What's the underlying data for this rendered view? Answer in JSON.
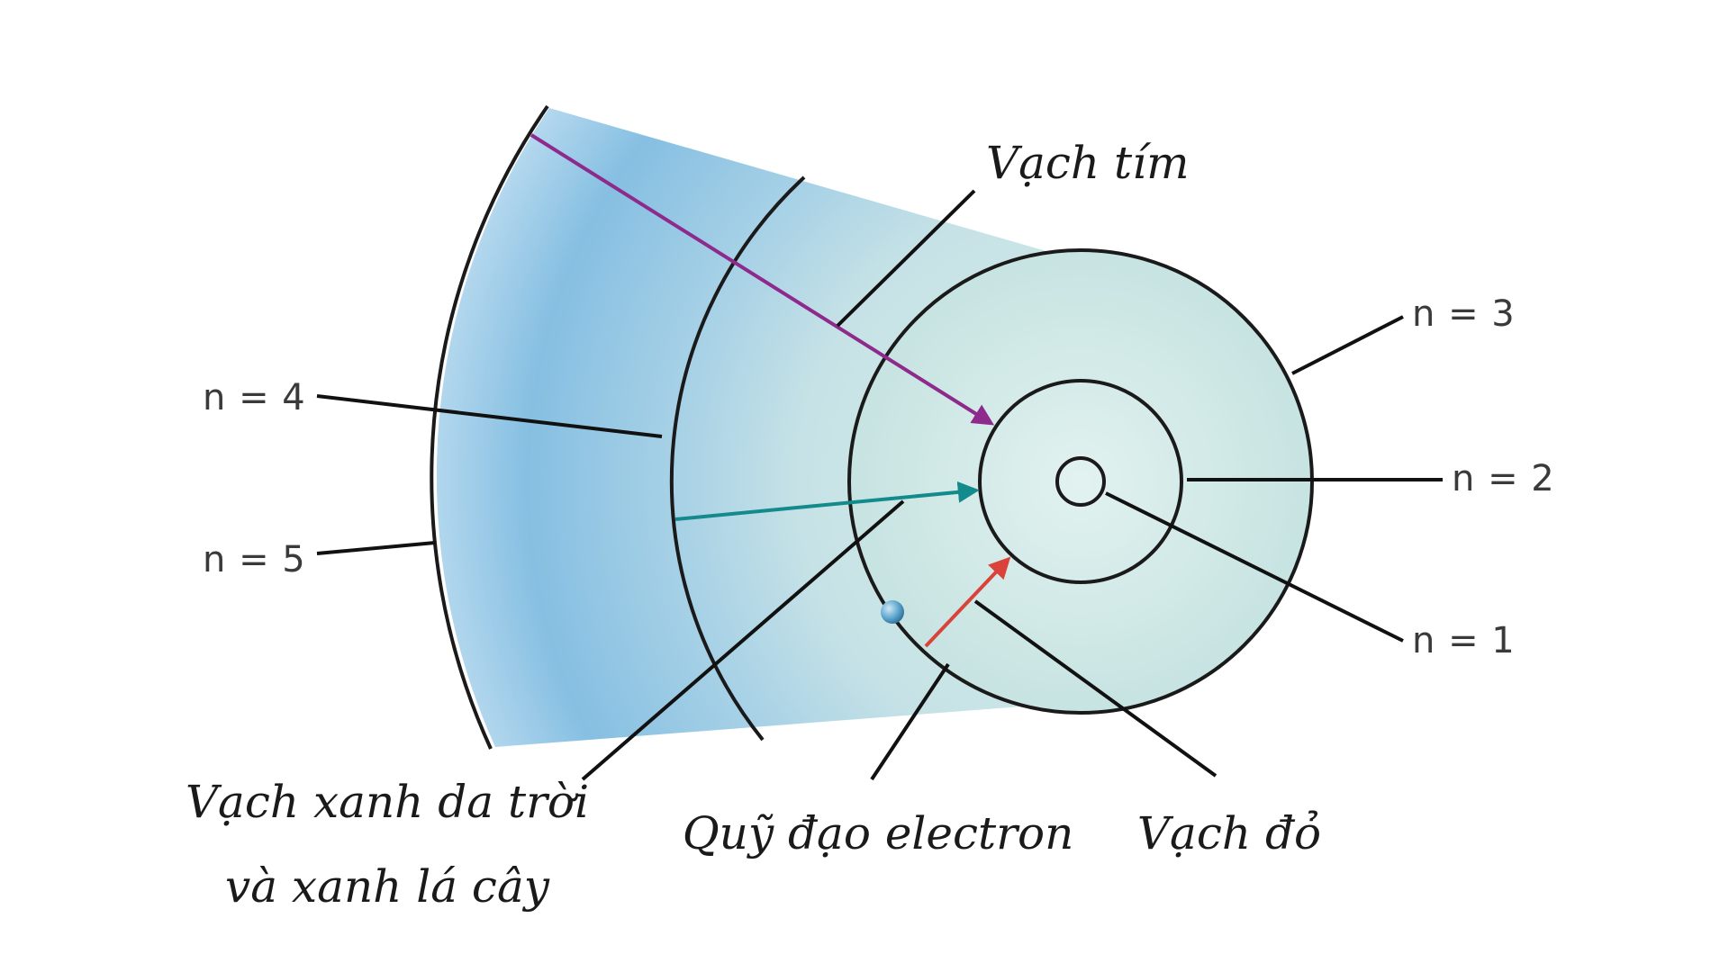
{
  "orbits": {
    "n1": "n = 1",
    "n2": "n = 2",
    "n3": "n = 3",
    "n4": "n = 4",
    "n5": "n = 5"
  },
  "labels": {
    "violet": "Vạch tím",
    "blue_green_line1": "Vạch xanh da trời",
    "blue_green_line2": "và xanh lá cây",
    "electron_orbit": "Quỹ đạo electron",
    "red": "Vạch đỏ"
  },
  "colors": {
    "violet_arrow": "#8e2a8c",
    "teal_arrow": "#138a8c",
    "red_arrow": "#d9433a",
    "region_light": "#cfe8e6",
    "region_blue": "#8ec3e0",
    "electron": "#5fa7cf"
  },
  "transitions": [
    {
      "from": "n = 5",
      "to": "n = 2",
      "label": "Vạch tím"
    },
    {
      "from": "n = 4",
      "to": "n = 2",
      "label": "Vạch xanh da trời và xanh lá cây"
    },
    {
      "from": "n = 3",
      "to": "n = 2",
      "label": "Vạch đỏ"
    }
  ]
}
